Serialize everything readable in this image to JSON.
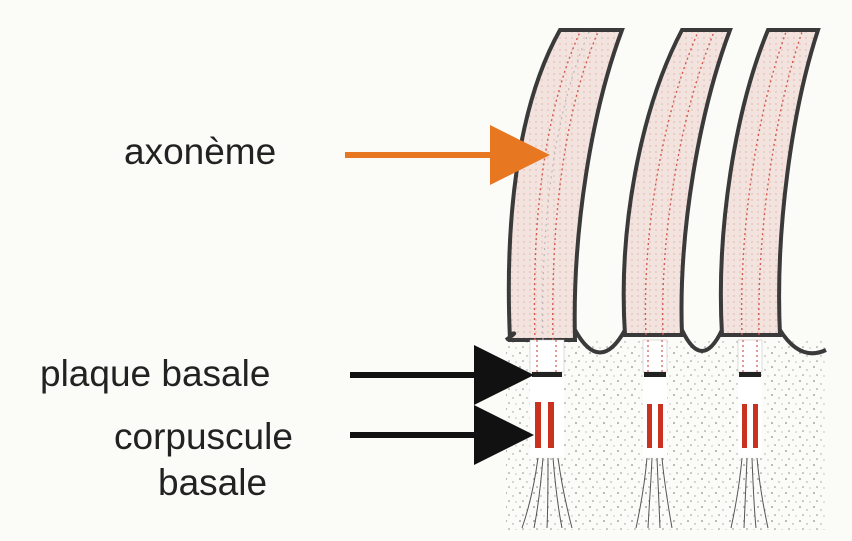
{
  "labels": {
    "axoneme": "axonème",
    "basal_plate": "plaque basale",
    "basal_body_line1": "corpuscule",
    "basal_body_line2": "basale"
  },
  "colors": {
    "background": "#fbfbf8",
    "axoneme_arrow": "#e87722",
    "pointer_arrows": "#111111",
    "membrane": "#3a3a3a",
    "cilium_fill": "#f3ddd6",
    "microtubule_dots": "#c9463a",
    "basal_body": "#c8321e",
    "cytoplasm_stipple": "#8a8a8a"
  },
  "diagram": {
    "cilia_count": 3,
    "structure_icons": [
      "cilium-icon",
      "basal-plate-icon",
      "basal-body-icon",
      "rootlet-fibers-icon"
    ]
  }
}
